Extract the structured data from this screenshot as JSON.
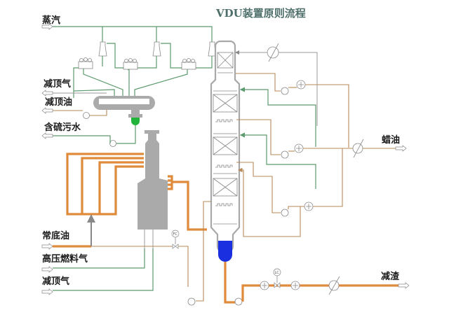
{
  "title": "VDU装置原则流程",
  "streams": {
    "steam": "蒸汽",
    "vacuum_top_gas_out": "减顶气",
    "vacuum_top_oil": "减顶油",
    "sour_water": "含硫污水",
    "wax_oil": "蜡油",
    "atmospheric_residue": "常底油",
    "hp_fuel_gas": "高压燃料气",
    "vacuum_top_gas_in": "减顶气",
    "vacuum_residue": "减渣"
  },
  "instruments": {
    "feed_flow_controller": "FC",
    "bottoms_level_controller": "LC"
  },
  "colors": {
    "steam_line": "#5d9a6e",
    "process_line": "#b78a5a",
    "hot_oil_line": "#e08a3c",
    "equipment": "#aaaaaa",
    "column_bottom_liquid": "#1a2fe0",
    "seal_pot": "#22b43a",
    "title": "#4f6f6b"
  }
}
